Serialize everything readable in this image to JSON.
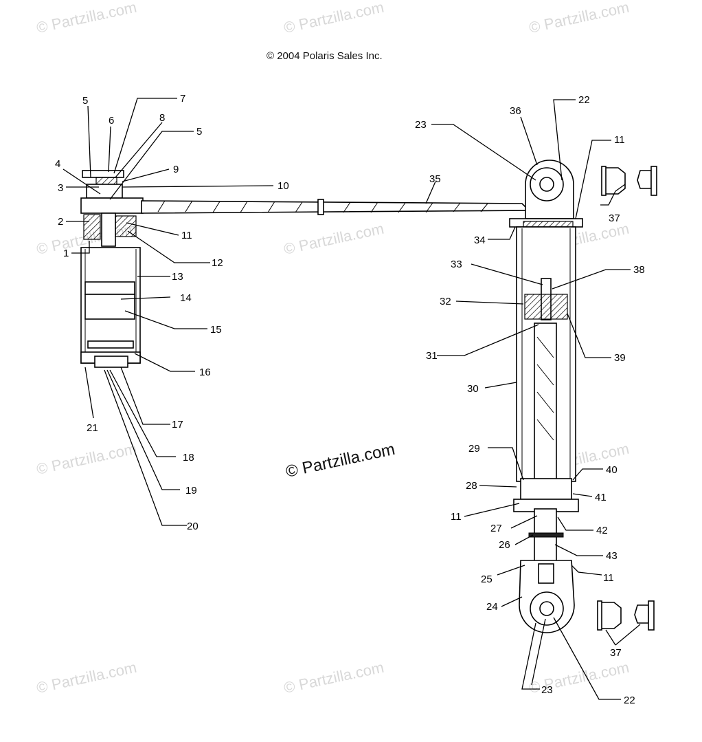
{
  "copyright": "© 2004 Polaris Sales Inc.",
  "watermark": "© Partzilla.com",
  "center_watermark": "© Partzilla.com",
  "callouts": [
    {
      "id": "c5a",
      "text": "5"
    },
    {
      "id": "c6",
      "text": "6"
    },
    {
      "id": "c7",
      "text": "7"
    },
    {
      "id": "c8",
      "text": "8"
    },
    {
      "id": "c5b",
      "text": "5"
    },
    {
      "id": "c4",
      "text": "4"
    },
    {
      "id": "c9",
      "text": "9"
    },
    {
      "id": "c3",
      "text": "3"
    },
    {
      "id": "c10",
      "text": "10"
    },
    {
      "id": "c2",
      "text": "2"
    },
    {
      "id": "c11a",
      "text": "11"
    },
    {
      "id": "c1",
      "text": "1"
    },
    {
      "id": "c12",
      "text": "12"
    },
    {
      "id": "c13",
      "text": "13"
    },
    {
      "id": "c14",
      "text": "14"
    },
    {
      "id": "c15",
      "text": "15"
    },
    {
      "id": "c16",
      "text": "16"
    },
    {
      "id": "c21",
      "text": "21"
    },
    {
      "id": "c17",
      "text": "17"
    },
    {
      "id": "c18",
      "text": "18"
    },
    {
      "id": "c19",
      "text": "19"
    },
    {
      "id": "c20",
      "text": "20"
    },
    {
      "id": "c35",
      "text": "35"
    },
    {
      "id": "c23a",
      "text": "23"
    },
    {
      "id": "c36",
      "text": "36"
    },
    {
      "id": "c22a",
      "text": "22"
    },
    {
      "id": "c11b",
      "text": "11"
    },
    {
      "id": "c37a",
      "text": "37"
    },
    {
      "id": "c34",
      "text": "34"
    },
    {
      "id": "c33",
      "text": "33"
    },
    {
      "id": "c38",
      "text": "38"
    },
    {
      "id": "c32",
      "text": "32"
    },
    {
      "id": "c31",
      "text": "31"
    },
    {
      "id": "c39",
      "text": "39"
    },
    {
      "id": "c30",
      "text": "30"
    },
    {
      "id": "c29",
      "text": "29"
    },
    {
      "id": "c40",
      "text": "40"
    },
    {
      "id": "c28",
      "text": "28"
    },
    {
      "id": "c41",
      "text": "41"
    },
    {
      "id": "c11c",
      "text": "11"
    },
    {
      "id": "c27",
      "text": "27"
    },
    {
      "id": "c42",
      "text": "42"
    },
    {
      "id": "c26",
      "text": "26"
    },
    {
      "id": "c43",
      "text": "43"
    },
    {
      "id": "c25",
      "text": "25"
    },
    {
      "id": "c11d",
      "text": "11"
    },
    {
      "id": "c24",
      "text": "24"
    },
    {
      "id": "c37b",
      "text": "37"
    },
    {
      "id": "c23b",
      "text": "23"
    },
    {
      "id": "c22b",
      "text": "22"
    }
  ]
}
